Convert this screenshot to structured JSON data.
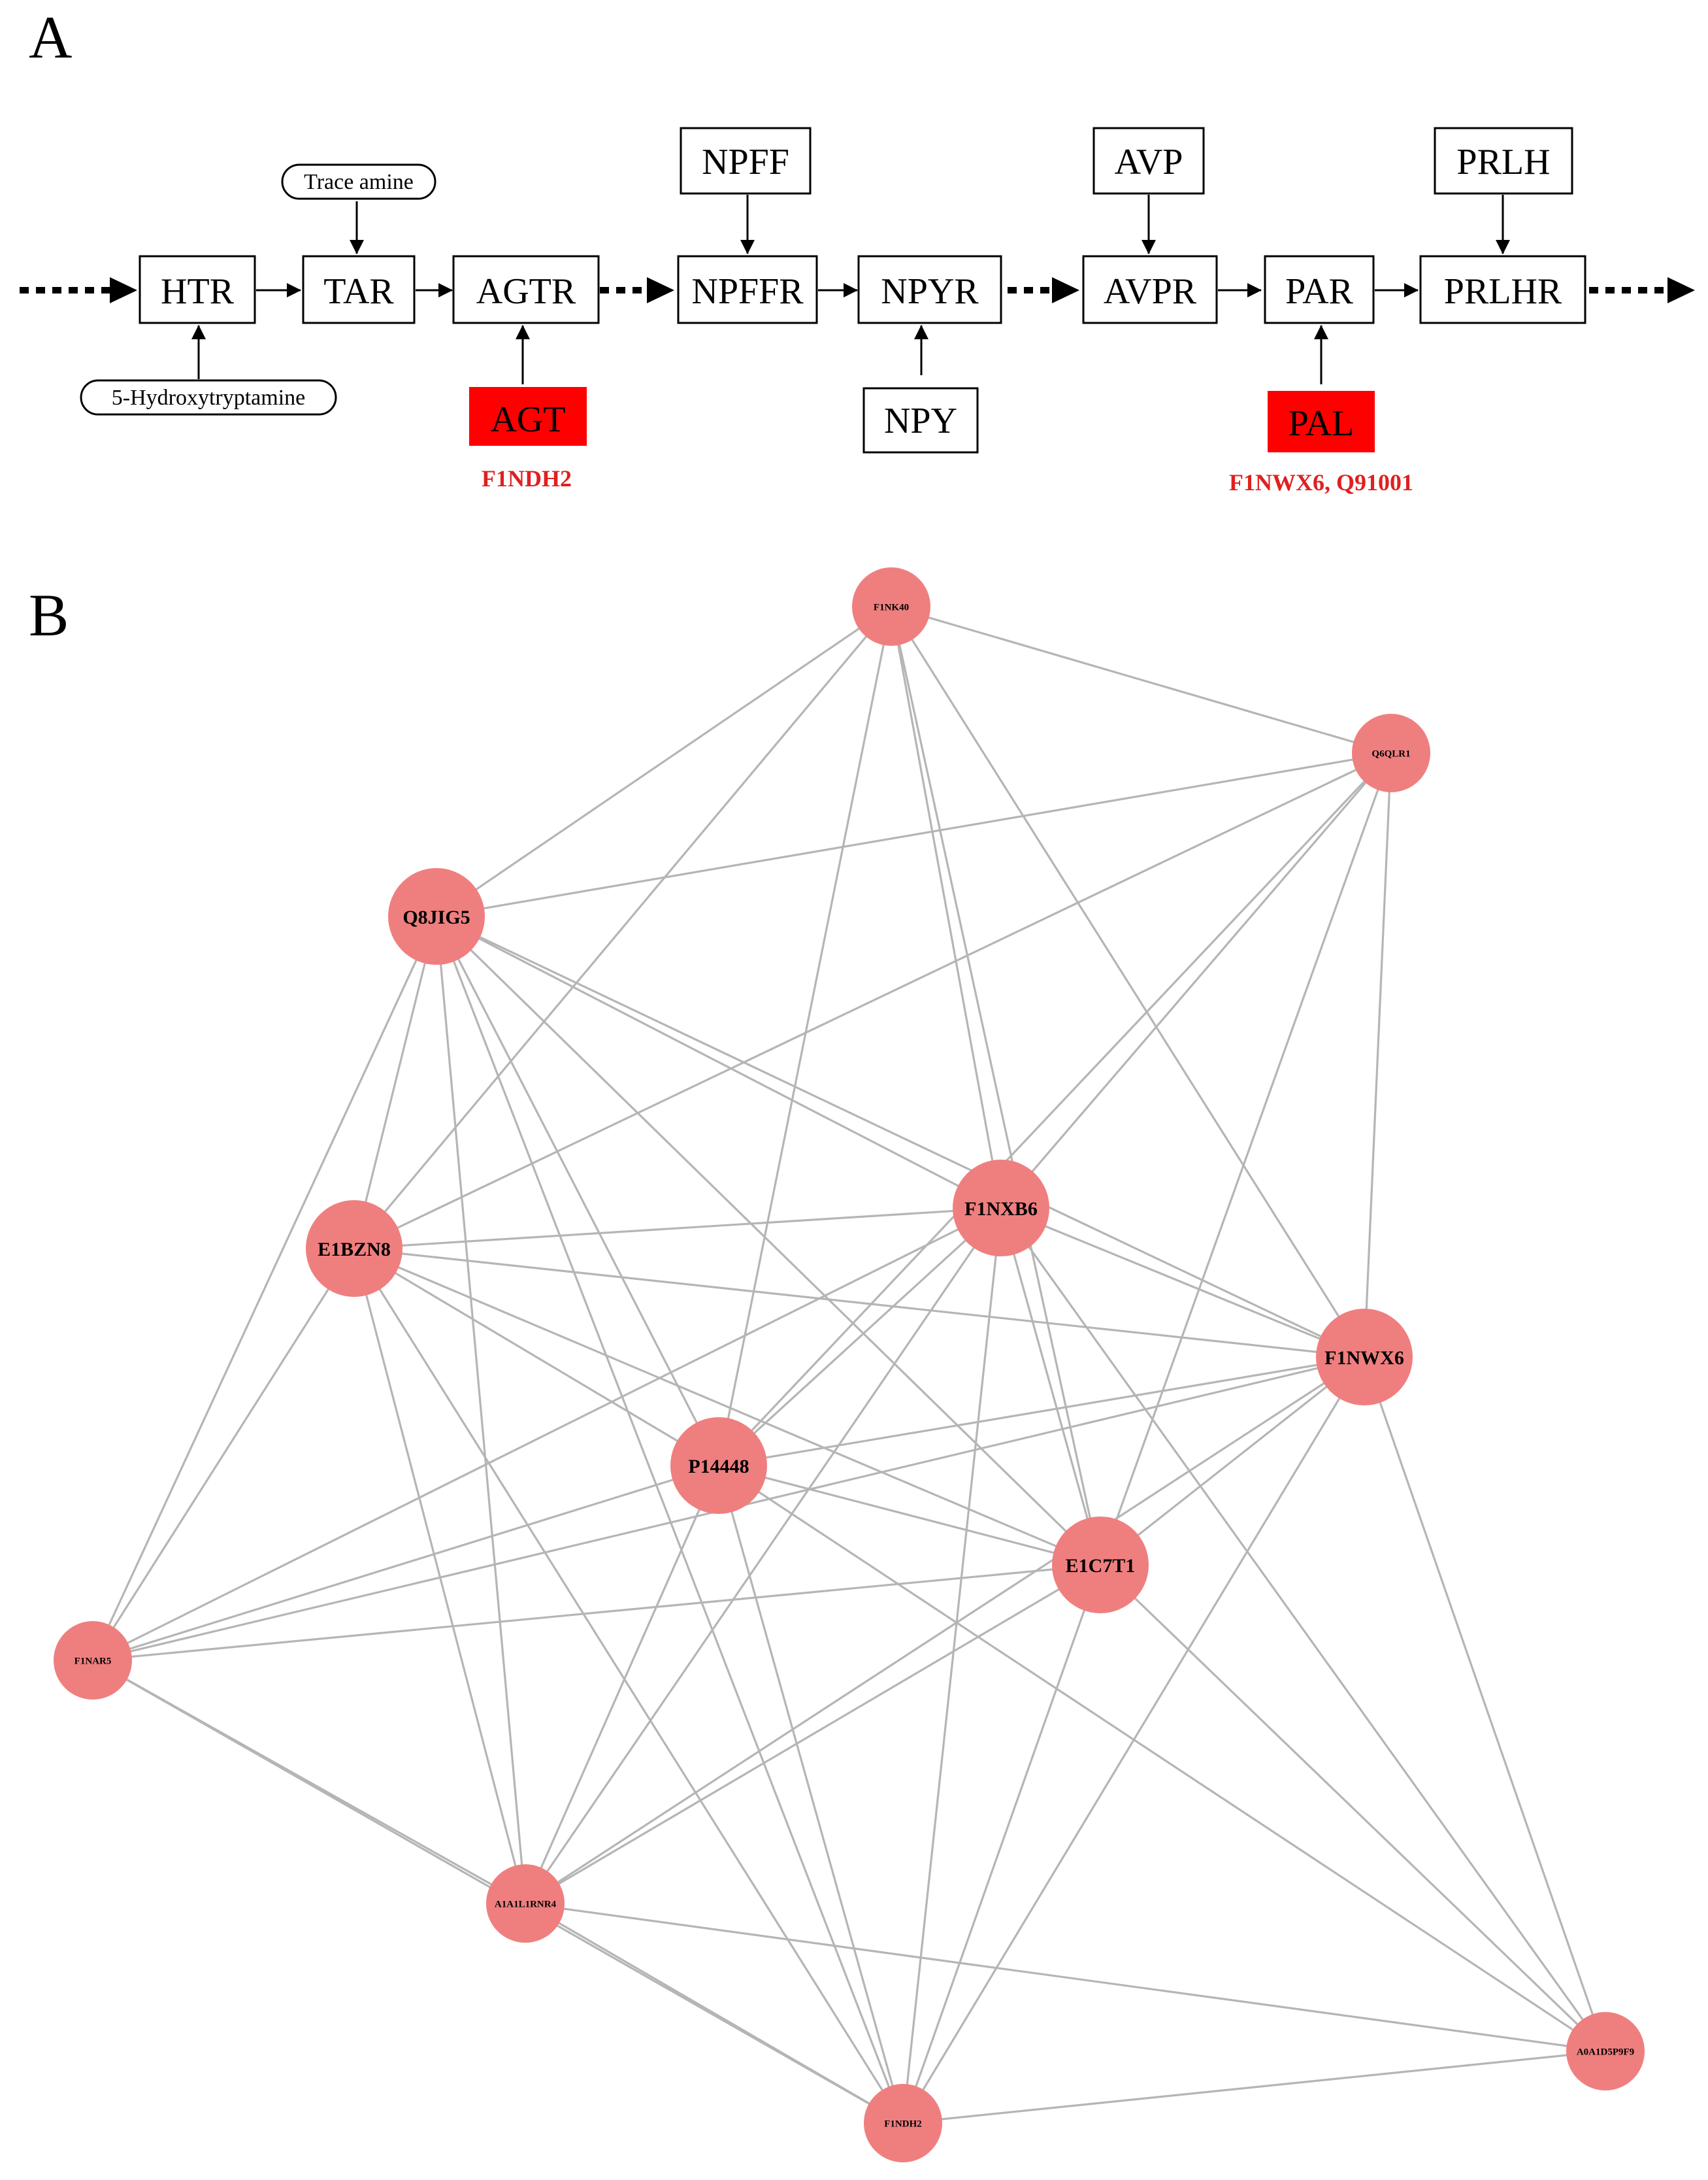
{
  "panel_a": {
    "label": "A",
    "boxes": {
      "htr": "HTR",
      "tar": "TAR",
      "agtr": "AGTR",
      "npffr": "NPFFR",
      "npyr": "NPYR",
      "avpr": "AVPR",
      "par": "PAR",
      "prlhr": "PRLHR",
      "npff": "NPFF",
      "avp": "AVP",
      "prlh": "PRLH",
      "npy": "NPY",
      "agt": "AGT",
      "pal": "PAL"
    },
    "pills": {
      "trace_amine": "Trace amine",
      "hydroxytryptamine": "5-Hydroxytryptamine"
    },
    "accessions": {
      "agt": "F1NDH2",
      "pal": "F1NWX6, Q91001"
    },
    "colors": {
      "highlight": "#ff0000",
      "highlight_text": "#e02020"
    }
  },
  "panel_b": {
    "label": "B",
    "colors": {
      "node_fill": "#ef7f7f",
      "edge": "#b5b5b5"
    },
    "nodes": [
      {
        "id": "F1NK40",
        "label": "F1NK40",
        "size": "small"
      },
      {
        "id": "Q6QLR1",
        "label": "Q6QLR1",
        "size": "small"
      },
      {
        "id": "Q8JIG5",
        "label": "Q8JIG5",
        "size": "large"
      },
      {
        "id": "F1NXB6",
        "label": "F1NXB6",
        "size": "large"
      },
      {
        "id": "E1BZN8",
        "label": "E1BZN8",
        "size": "large"
      },
      {
        "id": "F1NWX6",
        "label": "F1NWX6",
        "size": "large"
      },
      {
        "id": "P14448",
        "label": "P14448",
        "size": "large"
      },
      {
        "id": "E1C7T1",
        "label": "E1C7T1",
        "size": "large"
      },
      {
        "id": "F1NAR5",
        "label": "F1NAR5",
        "size": "small"
      },
      {
        "id": "A1A1L1RNR4",
        "label": "A1A1L1RNR4",
        "size": "small"
      },
      {
        "id": "A0A1D5P9F9",
        "label": "A0A1D5P9F9",
        "size": "small"
      },
      {
        "id": "F1NDH2",
        "label": "F1NDH2",
        "size": "small"
      }
    ],
    "edges": [
      [
        "F1NK40",
        "Q6QLR1"
      ],
      [
        "F1NK40",
        "Q8JIG5"
      ],
      [
        "F1NK40",
        "E1BZN8"
      ],
      [
        "F1NK40",
        "F1NXB6"
      ],
      [
        "F1NK40",
        "F1NWX6"
      ],
      [
        "F1NK40",
        "P14448"
      ],
      [
        "F1NK40",
        "E1C7T1"
      ],
      [
        "Q6QLR1",
        "Q8JIG5"
      ],
      [
        "Q6QLR1",
        "E1BZN8"
      ],
      [
        "Q6QLR1",
        "F1NXB6"
      ],
      [
        "Q6QLR1",
        "P14448"
      ],
      [
        "Q6QLR1",
        "F1NWX6"
      ],
      [
        "Q6QLR1",
        "E1C7T1"
      ],
      [
        "Q8JIG5",
        "E1BZN8"
      ],
      [
        "Q8JIG5",
        "F1NXB6"
      ],
      [
        "Q8JIG5",
        "F1NWX6"
      ],
      [
        "Q8JIG5",
        "P14448"
      ],
      [
        "Q8JIG5",
        "E1C7T1"
      ],
      [
        "Q8JIG5",
        "F1NAR5"
      ],
      [
        "Q8JIG5",
        "A1A1L1RNR4"
      ],
      [
        "Q8JIG5",
        "F1NDH2"
      ],
      [
        "F1NXB6",
        "E1BZN8"
      ],
      [
        "F1NXB6",
        "F1NWX6"
      ],
      [
        "F1NXB6",
        "P14448"
      ],
      [
        "F1NXB6",
        "E1C7T1"
      ],
      [
        "F1NXB6",
        "F1NAR5"
      ],
      [
        "F1NXB6",
        "A1A1L1RNR4"
      ],
      [
        "F1NXB6",
        "F1NDH2"
      ],
      [
        "F1NXB6",
        "A0A1D5P9F9"
      ],
      [
        "E1BZN8",
        "F1NWX6"
      ],
      [
        "E1BZN8",
        "P14448"
      ],
      [
        "E1BZN8",
        "E1C7T1"
      ],
      [
        "E1BZN8",
        "F1NAR5"
      ],
      [
        "E1BZN8",
        "A1A1L1RNR4"
      ],
      [
        "E1BZN8",
        "F1NDH2"
      ],
      [
        "F1NWX6",
        "P14448"
      ],
      [
        "F1NWX6",
        "E1C7T1"
      ],
      [
        "F1NWX6",
        "F1NAR5"
      ],
      [
        "F1NWX6",
        "A1A1L1RNR4"
      ],
      [
        "F1NWX6",
        "F1NDH2"
      ],
      [
        "F1NWX6",
        "A0A1D5P9F9"
      ],
      [
        "P14448",
        "E1C7T1"
      ],
      [
        "P14448",
        "F1NAR5"
      ],
      [
        "P14448",
        "A1A1L1RNR4"
      ],
      [
        "P14448",
        "F1NDH2"
      ],
      [
        "P14448",
        "A0A1D5P9F9"
      ],
      [
        "E1C7T1",
        "F1NAR5"
      ],
      [
        "E1C7T1",
        "A1A1L1RNR4"
      ],
      [
        "E1C7T1",
        "F1NDH2"
      ],
      [
        "E1C7T1",
        "A0A1D5P9F9"
      ],
      [
        "F1NAR5",
        "A1A1L1RNR4"
      ],
      [
        "F1NAR5",
        "F1NDH2"
      ],
      [
        "A1A1L1RNR4",
        "F1NDH2"
      ],
      [
        "A1A1L1RNR4",
        "A0A1D5P9F9"
      ],
      [
        "F1NDH2",
        "A0A1D5P9F9"
      ]
    ]
  }
}
